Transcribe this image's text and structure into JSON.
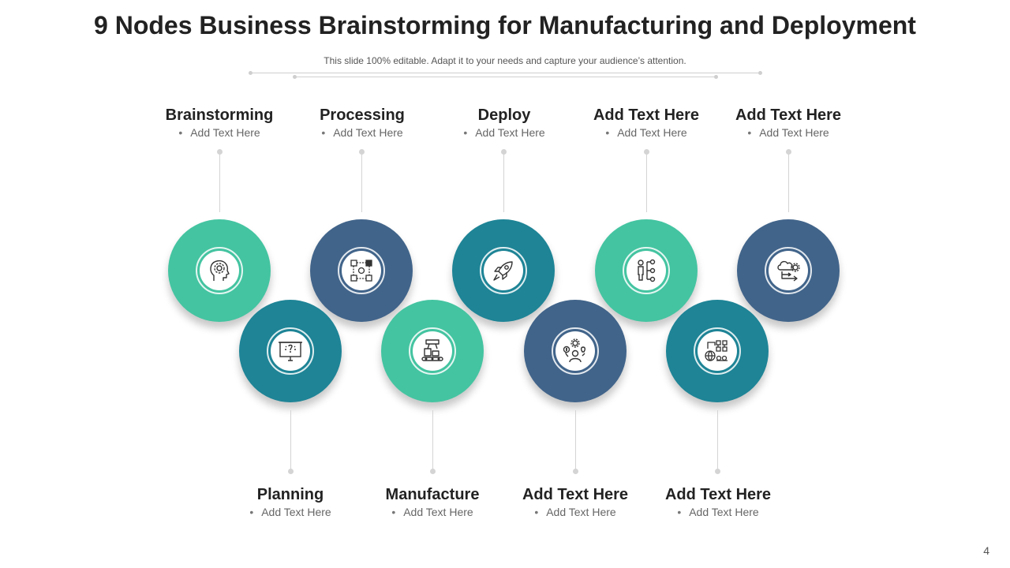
{
  "title": "9 Nodes Business Brainstorming for Manufacturing and Deployment",
  "subtitle": "This slide 100% editable. Adapt it to your needs and capture your audience’s attention.",
  "page_number": "4",
  "colors": {
    "green": "#44c4a1",
    "navy": "#41648a",
    "teal": "#1e8496"
  },
  "nodes": [
    {
      "title": "Brainstorming",
      "text": "Add Text Here",
      "icon": "head-gear-icon",
      "color": "green"
    },
    {
      "title": "Planning",
      "text": "Add Text Here",
      "icon": "presentation-board-icon",
      "color": "teal"
    },
    {
      "title": "Processing",
      "text": "Add Text Here",
      "icon": "process-workflow-icon",
      "color": "navy"
    },
    {
      "title": "Manufacture",
      "text": "Add Text Here",
      "icon": "robot-arm-icon",
      "color": "green"
    },
    {
      "title": "Deploy",
      "text": "Add Text Here",
      "icon": "rocket-icon",
      "color": "teal"
    },
    {
      "title": "Add Text Here",
      "text": "Add Text Here",
      "icon": "person-idea-icon",
      "color": "navy"
    },
    {
      "title": "Add Text Here",
      "text": "Add Text Here",
      "icon": "person-hierarchy-icon",
      "color": "green"
    },
    {
      "title": "Add Text Here",
      "text": "Add Text Here",
      "icon": "factory-network-icon",
      "color": "teal"
    },
    {
      "title": "Add Text Here",
      "text": "Add Text Here",
      "icon": "cloud-gear-icon",
      "color": "navy"
    }
  ]
}
